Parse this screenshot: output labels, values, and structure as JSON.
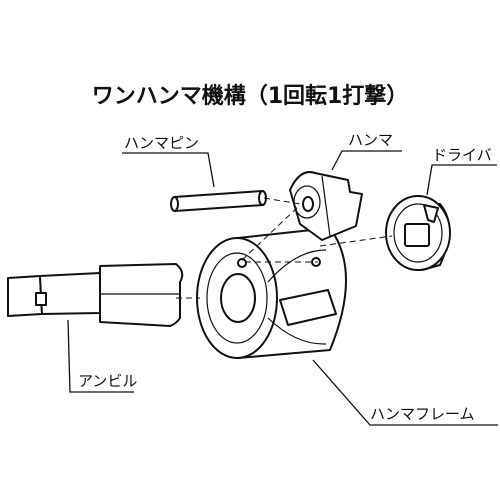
{
  "diagram": {
    "title": "ワンハンマ機構（1回転1打撃）",
    "labels": {
      "hammer_pin": "ハンマピン",
      "hammer": "ハンマ",
      "driver": "ドライバ",
      "anvil": "アンビル",
      "hammer_frame": "ハンマフレーム"
    }
  }
}
